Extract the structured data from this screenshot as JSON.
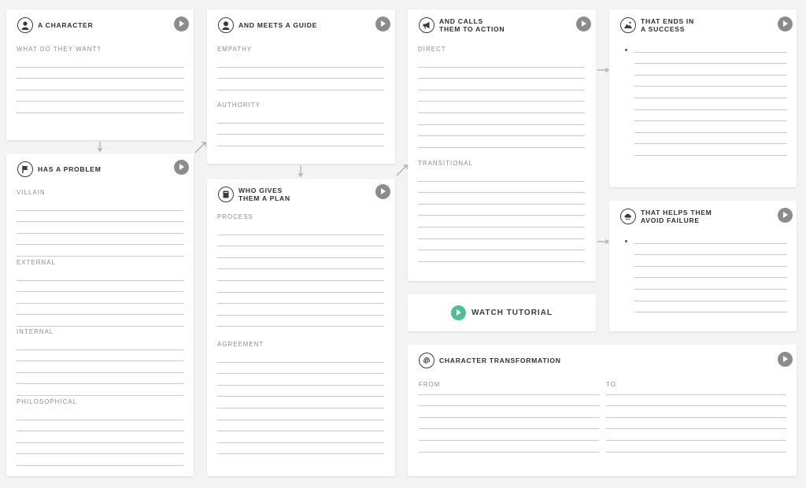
{
  "cards": {
    "character": {
      "title": "A CHARACTER",
      "label1": "WHAT DO THEY WANT?"
    },
    "problem": {
      "title": "HAS A PROBLEM",
      "label1": "VILLAIN",
      "label2": "EXTERNAL",
      "label3": "INTERNAL",
      "label4": "PHILOSOPHICAL"
    },
    "guide": {
      "title": "AND MEETS A GUIDE",
      "label1": "EMPATHY",
      "label2": "AUTHORITY"
    },
    "plan": {
      "title": "WHO GIVES\nTHEM A PLAN",
      "label1": "PROCESS",
      "label2": "AGREEMENT"
    },
    "action": {
      "title": "AND CALLS\nTHEM TO ACTION",
      "label1": "DIRECT",
      "label2": "TRANSITIONAL"
    },
    "success": {
      "title": "THAT ENDS IN\nA SUCCESS"
    },
    "failure": {
      "title": "THAT HELPS THEM\nAVOID FAILURE"
    },
    "transformation": {
      "title": "CHARACTER TRANSFORMATION",
      "label1": "FROM",
      "label2": "TO"
    }
  },
  "watch": {
    "label": "WATCH TUTORIAL"
  },
  "icons": [
    "person-icon",
    "flag-icon",
    "guide-person-icon",
    "book-icon",
    "megaphone-icon",
    "mountain-icon",
    "storm-cloud-icon",
    "fingerprint-icon",
    "play-icon"
  ],
  "colors": {
    "accent": "#4cc094",
    "play": "#8c8c8c",
    "background": "#f3f3f3"
  }
}
